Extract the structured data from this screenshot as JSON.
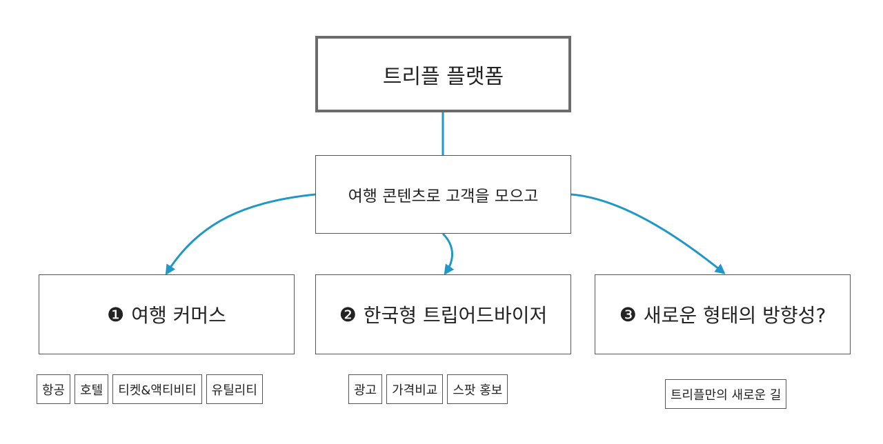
{
  "root": {
    "label": "트리플 플랫폼"
  },
  "stage": {
    "label": "여행 콘텐츠로 고객을 모으고"
  },
  "branches": [
    {
      "number": "❶",
      "label": "여행 커머스",
      "tags": [
        "항공",
        "호텔",
        "티켓&액티비티",
        "유틸리티"
      ]
    },
    {
      "number": "❷",
      "label": "한국형 트립어드바이저",
      "tags": [
        "광고",
        "가격비교",
        "스팟 홍보"
      ]
    },
    {
      "number": "❸",
      "label": "새로운 형태의 방향성?",
      "tags": [
        "트리플만의 새로운 길"
      ]
    }
  ],
  "colors": {
    "connector": "#1f98c7",
    "border": "#555555",
    "root_border": "#6b6b6b"
  }
}
